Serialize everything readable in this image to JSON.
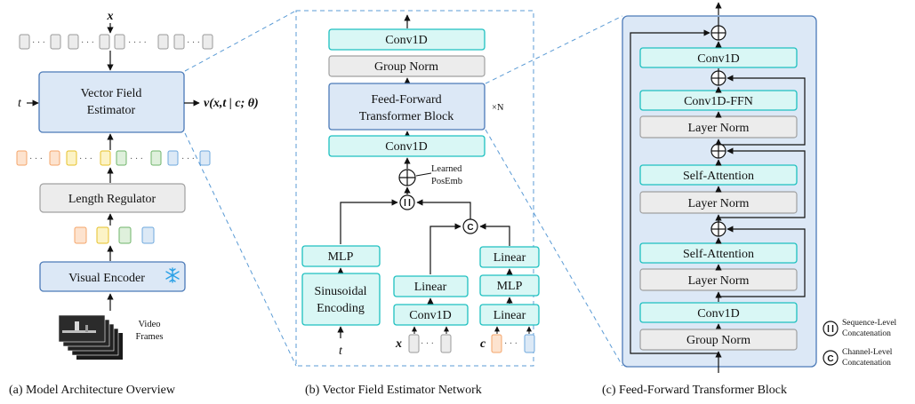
{
  "panel_a": {
    "x_symbol": "x",
    "t_symbol": "t",
    "estimator_line1": "Vector Field",
    "estimator_line2": "Estimator",
    "output_expr": "v(x,t | c; θ)",
    "length_regulator": "Length Regulator",
    "visual_encoder": "Visual Encoder",
    "frozen_icon": "snowflake-icon",
    "frames_line1": "Video",
    "frames_line2": "Frames",
    "caption": "(a) Model Architecture Overview"
  },
  "panel_b": {
    "conv1d_top": "Conv1D",
    "group_norm": "Group Norm",
    "fft_line1": "Feed-Forward",
    "fft_line2": "Transformer Block",
    "repeat": "×N",
    "conv1d_mid": "Conv1D",
    "posemb_line1": "Learned",
    "posemb_line2": "PosEmb",
    "mlp": "MLP",
    "sin_line1": "Sinusoidal",
    "sin_line2": "Encoding",
    "t_symbol": "t",
    "linear_x": "Linear",
    "conv1d_x": "Conv1D",
    "x_symbol": "x",
    "linear_c_top": "Linear",
    "mlp_c": "MLP",
    "linear_c_bottom": "Linear",
    "c_symbol": "c",
    "caption": "(b) Vector Field Estimator Network"
  },
  "panel_c": {
    "conv1d_top": "Conv1D",
    "conv1d_ffn": "Conv1D-FFN",
    "layer_norm_1": "Layer Norm",
    "self_attention_1": "Self-Attention",
    "layer_norm_2": "Layer Norm",
    "self_attention_2": "Self-Attention",
    "layer_norm_3": "Layer Norm",
    "conv1d_bottom": "Conv1D",
    "group_norm": "Group Norm",
    "caption": "(c) Feed-Forward Transformer Block"
  },
  "legend": {
    "seq_symbol": "II",
    "seq_line1": "Sequence-Level",
    "seq_line2": "Concatenation",
    "chan_symbol": "C",
    "chan_line1": "Channel-Level",
    "chan_line2": "Concatenation"
  },
  "colors": {
    "teal_fill": "#d9f7f5",
    "teal_stroke": "#1ec0c0",
    "gray_fill": "#ececec",
    "blue_fill": "#dce8f6",
    "blue_stroke": "#4b7ab8",
    "dash": "#5b9bd5",
    "orange": "#f4a46a",
    "yellow": "#f5d547",
    "green": "#7cc47a",
    "lightblue": "#8ec2ec"
  }
}
